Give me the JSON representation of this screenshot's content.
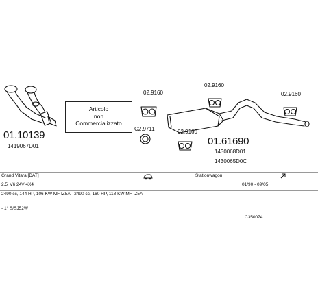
{
  "diagram": {
    "note_box": [
      "Articolo",
      "non",
      "Commercializzato"
    ],
    "part_labels": {
      "p_a": "02.9160",
      "p_b": "02.9160",
      "p_c": "02.9160",
      "p_d": "02.9160",
      "p_e": "C2.9711",
      "front_main": "01.10139",
      "front_oem": "1419067D01",
      "rear_main": "01.61690",
      "rear_oem1": "1430068D01",
      "rear_oem2": "1430065D0C"
    }
  },
  "info_rows": {
    "model": "Grand Vitara [DAT]",
    "body": "Stationwagon",
    "engine": "2.5i V6 24V 4X4",
    "years": "01/90 - 09/05",
    "specs": "2490 cc, 144 HP, 106 KW MF IZ5A - 2490 cc, 160 HP, 118 KW MF IZ5A -",
    "code_note": "- 1* S/SJ52W",
    "catalog_code": "C350074"
  }
}
